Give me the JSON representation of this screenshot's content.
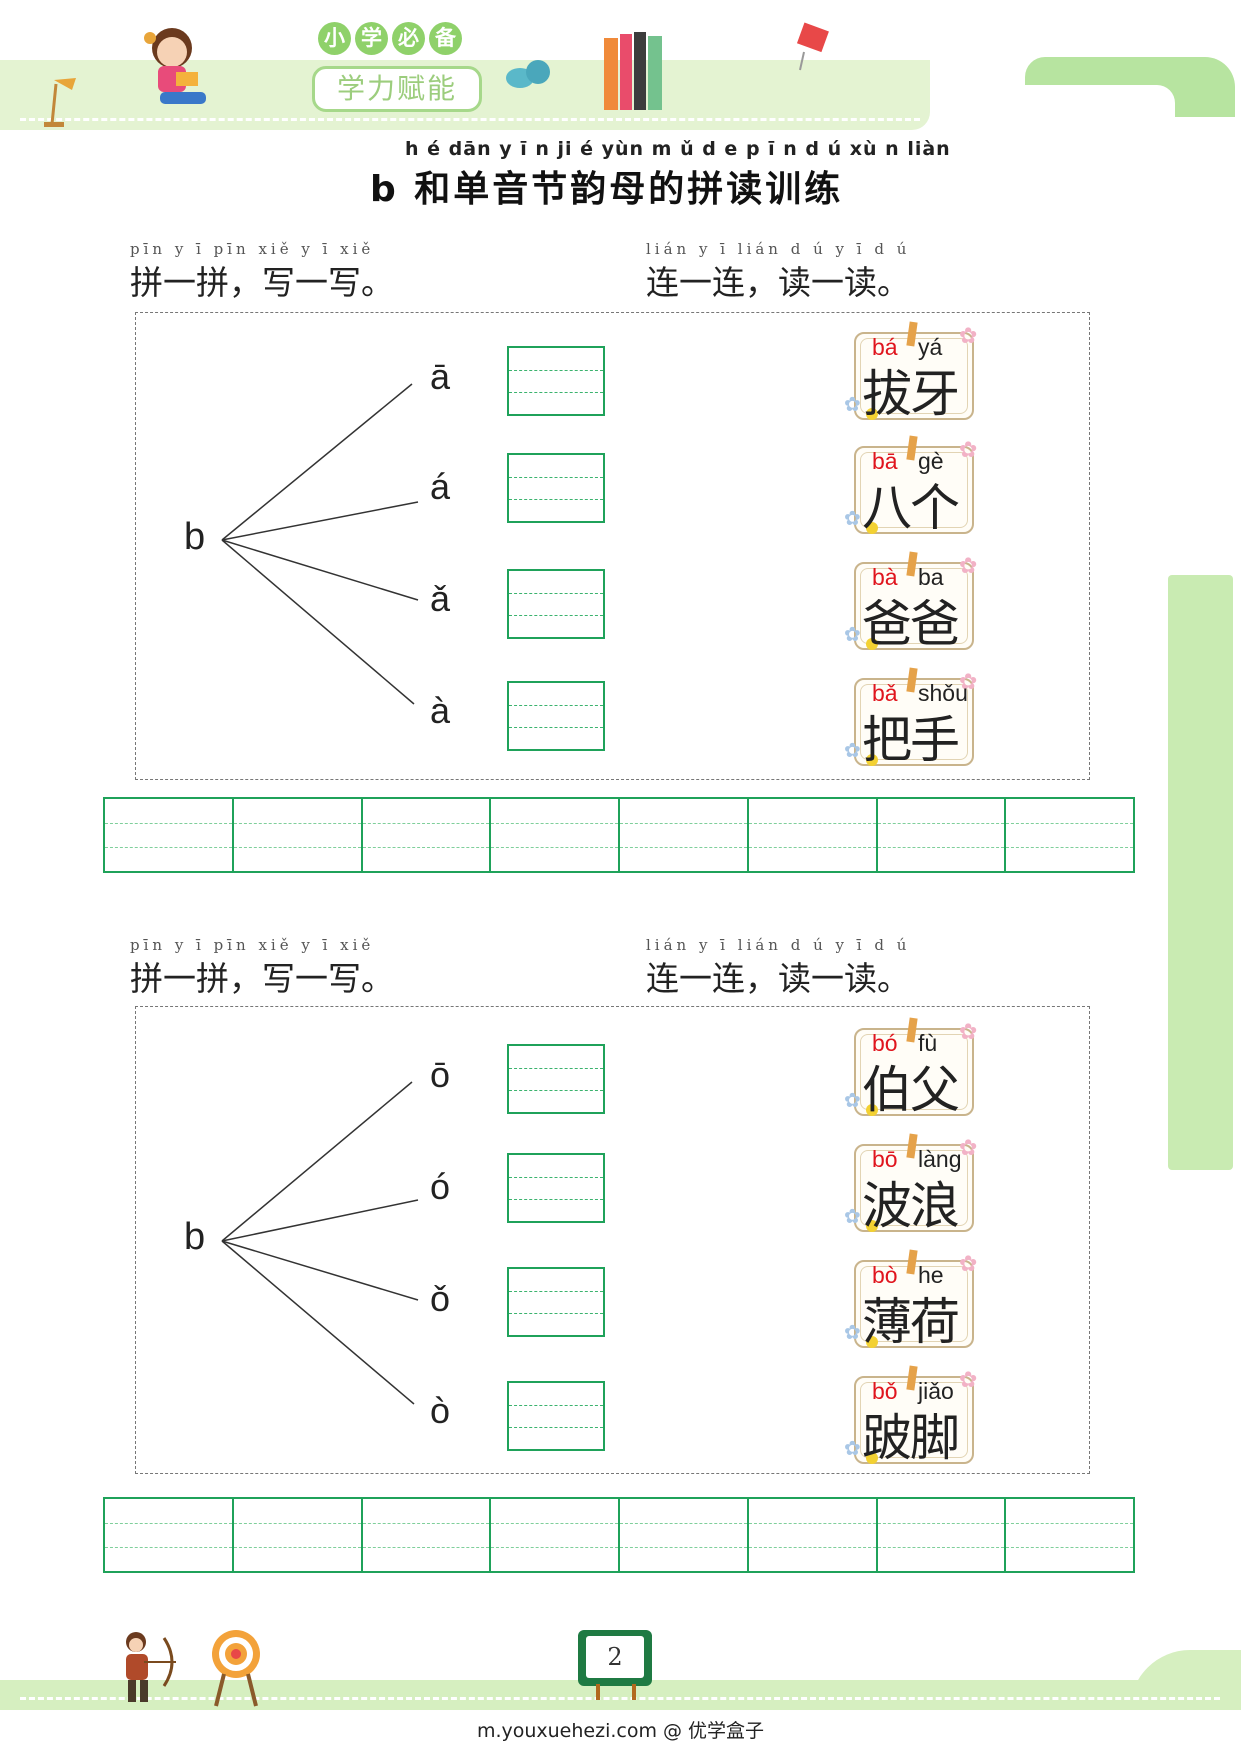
{
  "header": {
    "badge_chars": [
      "小",
      "学",
      "必",
      "备"
    ],
    "badge_text": "学力赋能",
    "title_pinyin": "h é dān y ī n ji é yùn m ǔ d e p ī n d ú xù n liàn",
    "title": "b 和单音节韵母的拼读训练"
  },
  "instructions": {
    "left_pinyin": "pīn y ī pīn   xiě y ī xiě",
    "left_text": "拼一拼，写一写。",
    "right_pinyin": "lián y ī lián   d ú y ī d ú",
    "right_text": "连一连，读一读。"
  },
  "section_a": {
    "initial": "b",
    "vowels": [
      "ā",
      "á",
      "ǎ",
      "à"
    ],
    "cards": [
      {
        "py1": "bá",
        "py2": "yá",
        "hanzi": "拔牙"
      },
      {
        "py1": "bā",
        "py2": "gè",
        "hanzi": "八个"
      },
      {
        "py1": "bà",
        "py2": "ba",
        "hanzi": "爸爸"
      },
      {
        "py1": "bǎ",
        "py2": "shǒu",
        "hanzi": "把手"
      }
    ]
  },
  "section_b": {
    "initial": "b",
    "vowels": [
      "ō",
      "ó",
      "ǒ",
      "ò"
    ],
    "cards": [
      {
        "py1": "bó",
        "py2": "fù",
        "hanzi": "伯父"
      },
      {
        "py1": "bō",
        "py2": "làng",
        "hanzi": "波浪"
      },
      {
        "py1": "bò",
        "py2": "he",
        "hanzi": "薄荷"
      },
      {
        "py1": "bǒ",
        "py2": "jiǎo",
        "hanzi": "跛脚"
      }
    ]
  },
  "footer": {
    "page_number": "2",
    "url": "m.youxuehezi.com @ 优学盒子"
  },
  "colors": {
    "accent_green": "#1fa25a",
    "light_green": "#d6efc0",
    "pinyin_red": "#e0151e"
  },
  "icons": [
    "girl-reading-icon",
    "lamp-icon",
    "books-icon",
    "plant-icon",
    "flag-icon",
    "archer-icon",
    "target-icon",
    "card-star-icon"
  ]
}
